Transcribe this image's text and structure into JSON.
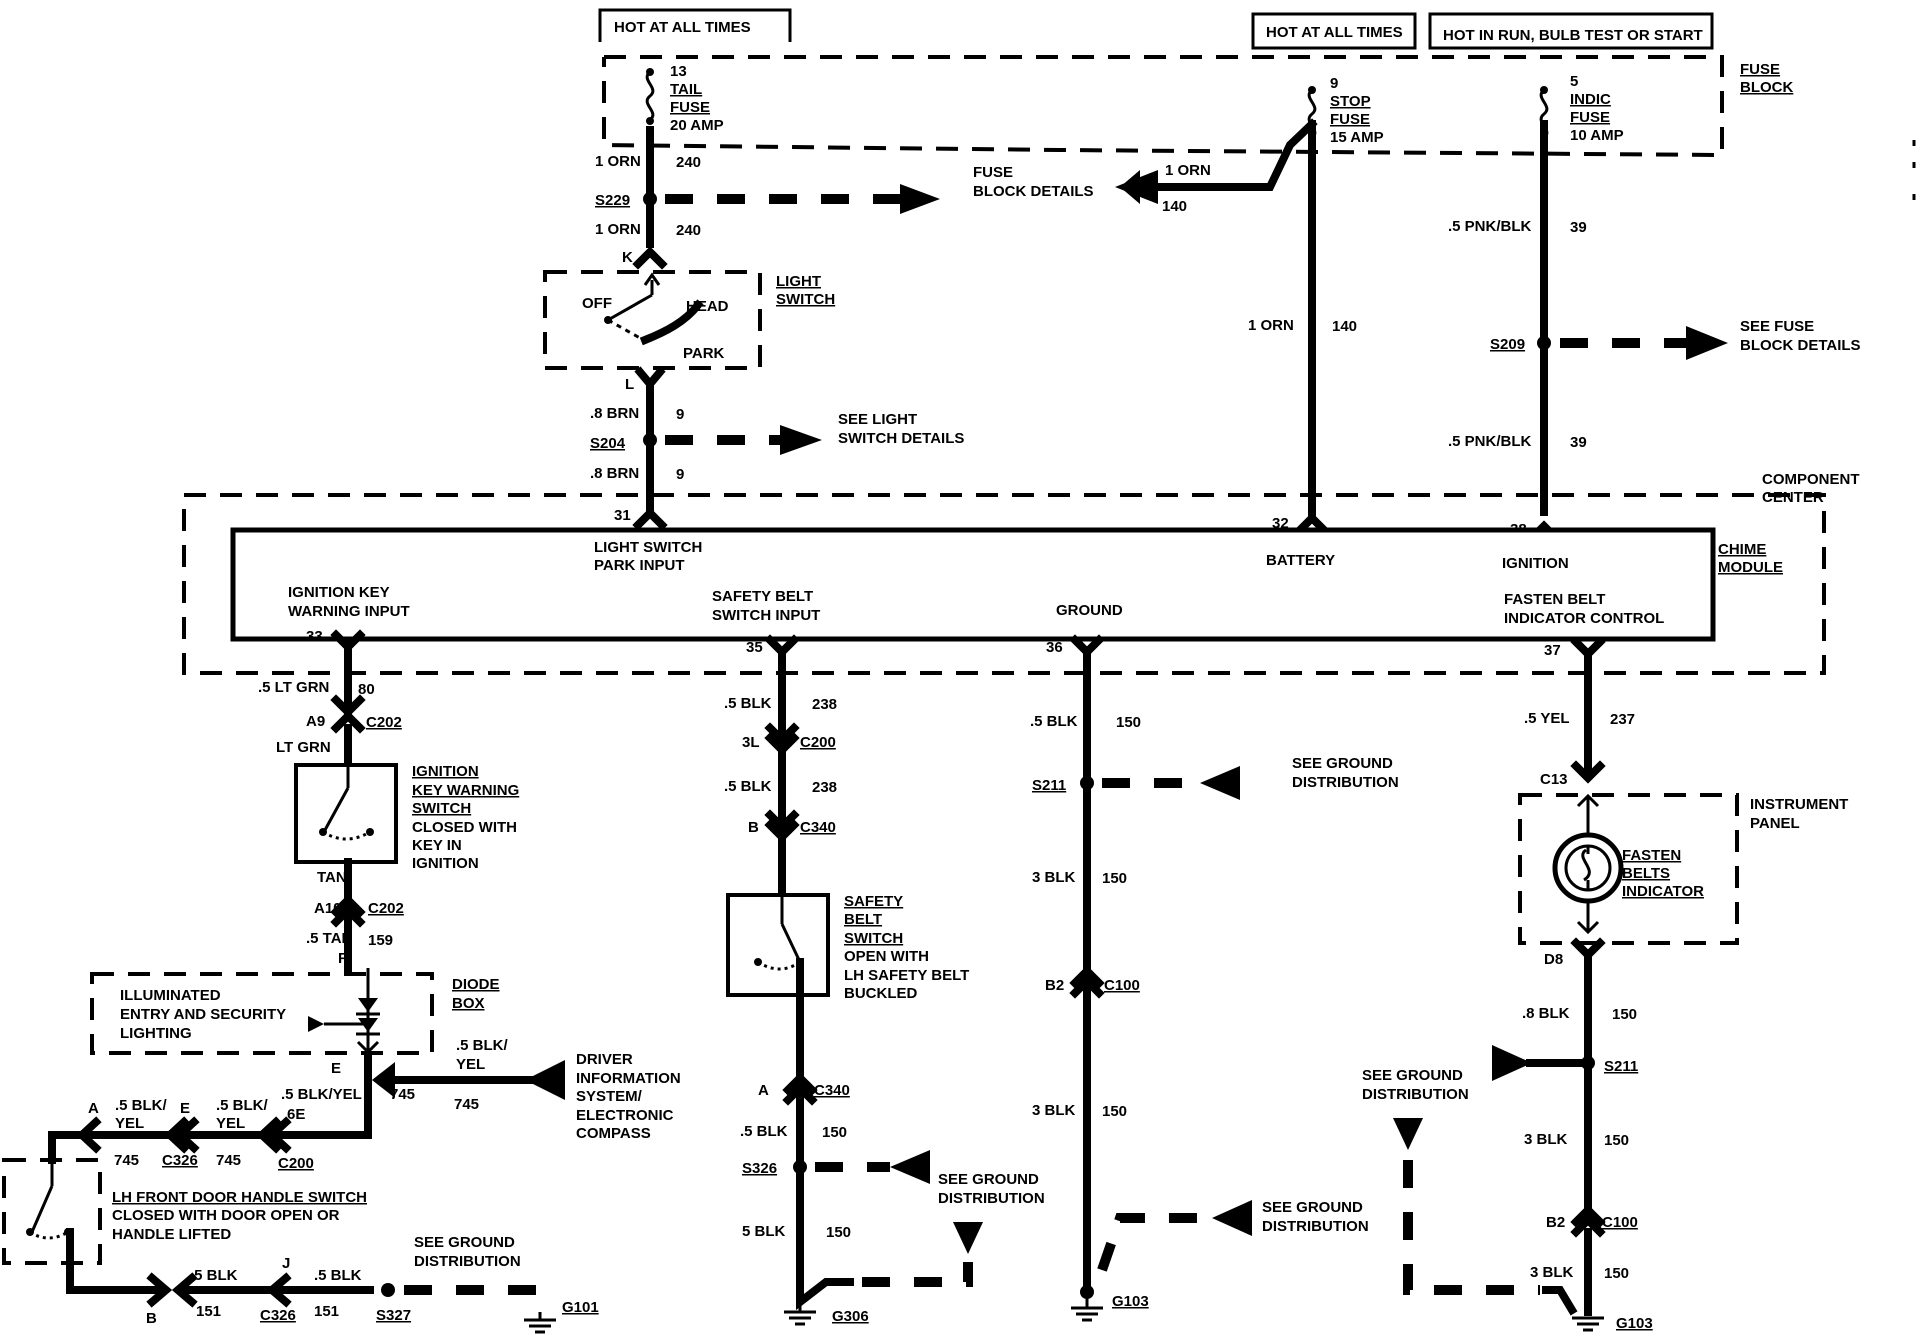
{
  "power_sources": {
    "hot_at_all_times_1": "HOT AT ALL TIMES",
    "hot_at_all_times_2": "HOT AT ALL TIMES",
    "hot_in_run": "HOT IN RUN, BULB TEST OR START"
  },
  "fuse_block": {
    "label": [
      "FUSE",
      "BLOCK"
    ],
    "tail_fuse": {
      "num": "13",
      "lines": [
        "TAIL",
        "FUSE",
        "20 AMP"
      ]
    },
    "stop_fuse": {
      "num": "9",
      "lines": [
        "STOP",
        "FUSE",
        "15 AMP"
      ]
    },
    "indic_fuse": {
      "num": "5",
      "lines": [
        "INDIC",
        "FUSE",
        "10 AMP"
      ]
    }
  },
  "refs": {
    "fuse_block_details": [
      "FUSE",
      "BLOCK DETAILS"
    ],
    "see_fuse_block_details": [
      "SEE FUSE",
      "BLOCK DETAILS"
    ],
    "see_light_switch_details": [
      "SEE LIGHT",
      "SWITCH DETAILS"
    ],
    "see_ground_distribution": [
      "SEE GROUND",
      "DISTRIBUTION"
    ]
  },
  "light_switch": {
    "label": [
      "LIGHT",
      "SWITCH"
    ],
    "off": "OFF",
    "head": "HEAD",
    "park": "PARK",
    "pin_in": "K",
    "pin_out": "L"
  },
  "component_center": {
    "label": [
      "COMPONENT",
      "CENTER"
    ]
  },
  "chime_module": {
    "label": [
      "CHIME",
      "MODULE"
    ],
    "light_switch_park_input": [
      "LIGHT SWITCH",
      "PARK INPUT"
    ],
    "battery": "BATTERY",
    "ignition": "IGNITION",
    "ignition_key_warning_input": [
      "IGNITION KEY",
      "WARNING INPUT"
    ],
    "safety_belt_switch_input": [
      "SAFETY BELT",
      "SWITCH INPUT"
    ],
    "ground": "GROUND",
    "fasten_belt_indicator_control": [
      "FASTEN BELT",
      "INDICATOR CONTROL"
    ],
    "pins": {
      "p31": "31",
      "p32": "32",
      "p38": "38",
      "p33": "33",
      "p35": "35",
      "p36": "36",
      "p37": "37"
    }
  },
  "wires": {
    "orn_1": "1 ORN",
    "c240": "240",
    "c140": "140",
    "pnk": ".5 PNK/BLK",
    "c39": "39",
    "brn": ".8 BRN",
    "c9": "9",
    "ltgrn": ".5 LT GRN",
    "c80": "80",
    "ltgrn2": "LT GRN",
    "tan": "TAN",
    "tan5": ".5 TAN",
    "c159": "159",
    "blk5": ".5 BLK",
    "c238": "238",
    "c150": "150",
    "blk3": "3 BLK",
    "blk5b": "5 BLK",
    "blk8": ".8 BLK",
    "yel": ".5 YEL",
    "c237": "237",
    "blkyel": ".5 BLK/YEL",
    "blkyel_a": ".5 BLK/",
    "yel_b": "YEL",
    "c745": "745",
    "blk_151": "151"
  },
  "splices": {
    "s229": "S229",
    "s204": "S204",
    "s209": "S209",
    "s211": "S211",
    "s326": "S326",
    "s327": "S327"
  },
  "connectors": {
    "c202": "C202",
    "c200": "C200",
    "c340": "C340",
    "c100": "C100",
    "c326": "C326",
    "a9": "A9",
    "a10": "A10",
    "f": "F",
    "e": "E",
    "e6": "6E",
    "a": "A",
    "b": "B",
    "j": "J",
    "l3": "3L",
    "b2": "B2",
    "c13": "C13",
    "d8": "D8"
  },
  "grounds": {
    "g101": "G101",
    "g306": "G306",
    "g103": "G103"
  },
  "ignition_switch": {
    "lines": [
      "IGNITION",
      "KEY WARNING",
      "SWITCH",
      "CLOSED WITH",
      "KEY IN",
      "IGNITION"
    ]
  },
  "safety_belt_switch": {
    "lines": [
      "SAFETY",
      "BELT",
      "SWITCH",
      "OPEN WITH",
      "LH SAFETY BELT",
      "BUCKLED"
    ]
  },
  "diode_box": {
    "label": [
      "DIODE",
      "BOX"
    ],
    "lighting": [
      "ILLUMINATED",
      "ENTRY AND SECURITY",
      "LIGHTING"
    ]
  },
  "driver_info": [
    "DRIVER",
    "INFORMATION",
    "SYSTEM/",
    "ELECTRONIC",
    "COMPASS"
  ],
  "door_switch": [
    "LH FRONT DOOR HANDLE SWITCH",
    "CLOSED WITH DOOR OPEN OR",
    "HANDLE LIFTED"
  ],
  "instrument_panel": {
    "label": [
      "INSTRUMENT",
      "PANEL"
    ],
    "indicator": [
      "FASTEN",
      "BELTS",
      "INDICATOR"
    ]
  }
}
